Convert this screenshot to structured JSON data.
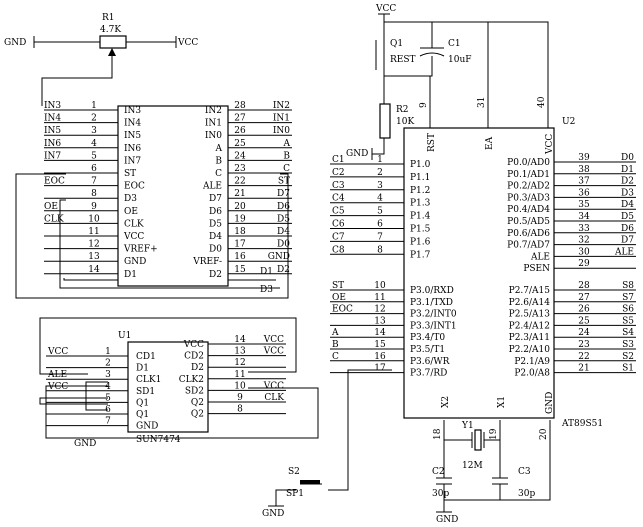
{
  "top": {
    "r1": "R1",
    "r1_val": "4.7K",
    "gnd": "GND",
    "vcc": "VCC",
    "vcc_top": "VCC",
    "q1": "Q1",
    "rest": "REST",
    "c1": "C1",
    "c1_val": "10uF",
    "r2": "R2",
    "r2_val": "10K",
    "u2": "U2"
  },
  "adc": {
    "left": [
      {
        "n": "IN3",
        "p": "1",
        "pin": "IN3"
      },
      {
        "n": "IN4",
        "p": "2",
        "pin": "IN4"
      },
      {
        "n": "IN5",
        "p": "3",
        "pin": "IN5"
      },
      {
        "n": "IN6",
        "p": "4",
        "pin": "IN6"
      },
      {
        "n": "IN7",
        "p": "5",
        "pin": "IN7"
      },
      {
        "n": "",
        "p": "6",
        "pin": "ST"
      },
      {
        "n": "EOC",
        "p": "7",
        "pin": "EOC"
      },
      {
        "n": "",
        "p": "8",
        "pin": "D3"
      },
      {
        "n": "OE",
        "p": "9",
        "pin": "OE"
      },
      {
        "n": "CLK",
        "p": "10",
        "pin": "CLK"
      },
      {
        "n": "",
        "p": "11",
        "pin": "VCC"
      },
      {
        "n": "",
        "p": "12",
        "pin": "VREF+"
      },
      {
        "n": "",
        "p": "13",
        "pin": "GND"
      },
      {
        "n": "",
        "p": "14",
        "pin": "D1"
      }
    ],
    "right": [
      {
        "n": "IN2",
        "p": "28",
        "pin": "IN2"
      },
      {
        "n": "IN1",
        "p": "27",
        "pin": "IN1"
      },
      {
        "n": "IN0",
        "p": "26",
        "pin": "IN0"
      },
      {
        "n": "A",
        "p": "25",
        "pin": "A"
      },
      {
        "n": "B",
        "p": "24",
        "pin": "B"
      },
      {
        "n": "C",
        "p": "23",
        "pin": "C"
      },
      {
        "n": "ST",
        "p": "22",
        "pin": "ALE"
      },
      {
        "n": "D7",
        "p": "21",
        "pin": "D7"
      },
      {
        "n": "D6",
        "p": "20",
        "pin": "D6"
      },
      {
        "n": "D5",
        "p": "19",
        "pin": "D5"
      },
      {
        "n": "D4",
        "p": "18",
        "pin": "D4"
      },
      {
        "n": "D0",
        "p": "17",
        "pin": "D0"
      },
      {
        "n": "GND",
        "p": "16",
        "pin": "VREF-"
      },
      {
        "n": "D2",
        "p": "15",
        "pin": "D2"
      }
    ],
    "vcc": "VCC",
    "gnd": "GND",
    "d1": "D1",
    "d3": "D3"
  },
  "mcu": {
    "left": [
      {
        "n": "C1",
        "p": "1",
        "pin": "P1.0"
      },
      {
        "n": "C2",
        "p": "2",
        "pin": "P1.1"
      },
      {
        "n": "C3",
        "p": "3",
        "pin": "P1.2"
      },
      {
        "n": "C4",
        "p": "4",
        "pin": "P1.3"
      },
      {
        "n": "C5",
        "p": "5",
        "pin": "P1.4"
      },
      {
        "n": "C6",
        "p": "6",
        "pin": "P1.5"
      },
      {
        "n": "C7",
        "p": "7",
        "pin": "P1.6"
      },
      {
        "n": "C8",
        "p": "8",
        "pin": "P1.7"
      }
    ],
    "left2": [
      {
        "n": "ST",
        "p": "10",
        "pin": "P3.0/RXD"
      },
      {
        "n": "OE",
        "p": "11",
        "pin": "P3.1/TXD"
      },
      {
        "n": "EOC",
        "p": "12",
        "pin": "P3.2/INT0"
      },
      {
        "n": "",
        "p": "13",
        "pin": "P3.3/INT1"
      },
      {
        "n": "A",
        "p": "14",
        "pin": "P3.4/T0"
      },
      {
        "n": "B",
        "p": "15",
        "pin": "P3.5/T1"
      },
      {
        "n": "C",
        "p": "16",
        "pin": "P3.6/WR"
      },
      {
        "n": "",
        "p": "17",
        "pin": "P3.7/RD"
      }
    ],
    "right": [
      {
        "n": "D0",
        "p": "39",
        "pin": "P0.0/AD0"
      },
      {
        "n": "D1",
        "p": "38",
        "pin": "P0.1/AD1"
      },
      {
        "n": "D2",
        "p": "37",
        "pin": "P0.2/AD2"
      },
      {
        "n": "D3",
        "p": "36",
        "pin": "P0.3/AD3"
      },
      {
        "n": "D4",
        "p": "35",
        "pin": "P0.4/AD4"
      },
      {
        "n": "D5",
        "p": "34",
        "pin": "P0.5/AD5"
      },
      {
        "n": "D6",
        "p": "33",
        "pin": "P0.6/AD6"
      },
      {
        "n": "D7",
        "p": "32",
        "pin": "P0.7/AD7"
      },
      {
        "n": "ALE",
        "p": "30",
        "pin": "ALE"
      },
      {
        "n": "",
        "p": "29",
        "pin": "PSEN"
      }
    ],
    "right2": [
      {
        "n": "S8",
        "p": "28",
        "pin": "P2.7/A15"
      },
      {
        "n": "S7",
        "p": "27",
        "pin": "P2.6/A14"
      },
      {
        "n": "S6",
        "p": "26",
        "pin": "P2.5/A13"
      },
      {
        "n": "S5",
        "p": "25",
        "pin": "P2.4/A12"
      },
      {
        "n": "S4",
        "p": "24",
        "pin": "P2.3/A11"
      },
      {
        "n": "S3",
        "p": "23",
        "pin": "P2.2/A10"
      },
      {
        "n": "S2",
        "p": "22",
        "pin": "P2.1/A9"
      },
      {
        "n": "S1",
        "p": "21",
        "pin": "P2.0/A8"
      }
    ],
    "rst": "RST",
    "ea": "EA",
    "vcc": "VCC",
    "gnd": "GND",
    "x1": "X1",
    "x2": "X2",
    "p9": "9",
    "p31": "31",
    "p40": "40",
    "p18": "18",
    "p19": "19",
    "p20": "20",
    "name": "AT89S51"
  },
  "ff": {
    "u1": "U1",
    "name": "SUN7474",
    "left": [
      {
        "n": "VCC",
        "p": "1",
        "pin": "CD1"
      },
      {
        "n": "",
        "p": "2",
        "pin": "D1"
      },
      {
        "n": "ALE",
        "p": "3",
        "pin": "CLK1"
      },
      {
        "n": "VCC",
        "p": "4",
        "pin": "SD1"
      },
      {
        "n": "",
        "p": "5",
        "pin": "Q1"
      },
      {
        "n": "",
        "p": "6",
        "pin": "Q1"
      },
      {
        "n": "",
        "p": "7",
        "pin": "GND"
      }
    ],
    "right": [
      {
        "n": "VCC",
        "p": "14",
        "pin": "VCC"
      },
      {
        "n": "VCC",
        "p": "13",
        "pin": "CD2"
      },
      {
        "n": "",
        "p": "12",
        "pin": "D2"
      },
      {
        "n": "",
        "p": "11",
        "pin": "CLK2"
      },
      {
        "n": "VCC",
        "p": "10",
        "pin": "SD2"
      },
      {
        "n": "CLK",
        "p": "9",
        "pin": "Q2"
      },
      {
        "n": "",
        "p": "8",
        "pin": "Q2"
      }
    ],
    "gnd": "GND"
  },
  "bottom": {
    "s2": "S2",
    "sp1": "SP1",
    "gnd": "GND",
    "y1": "Y1",
    "y1_val": "12M",
    "c2": "C2",
    "c2_val": "30p",
    "c3": "C3",
    "c3_val": "30p",
    "gnd2": "GND"
  }
}
